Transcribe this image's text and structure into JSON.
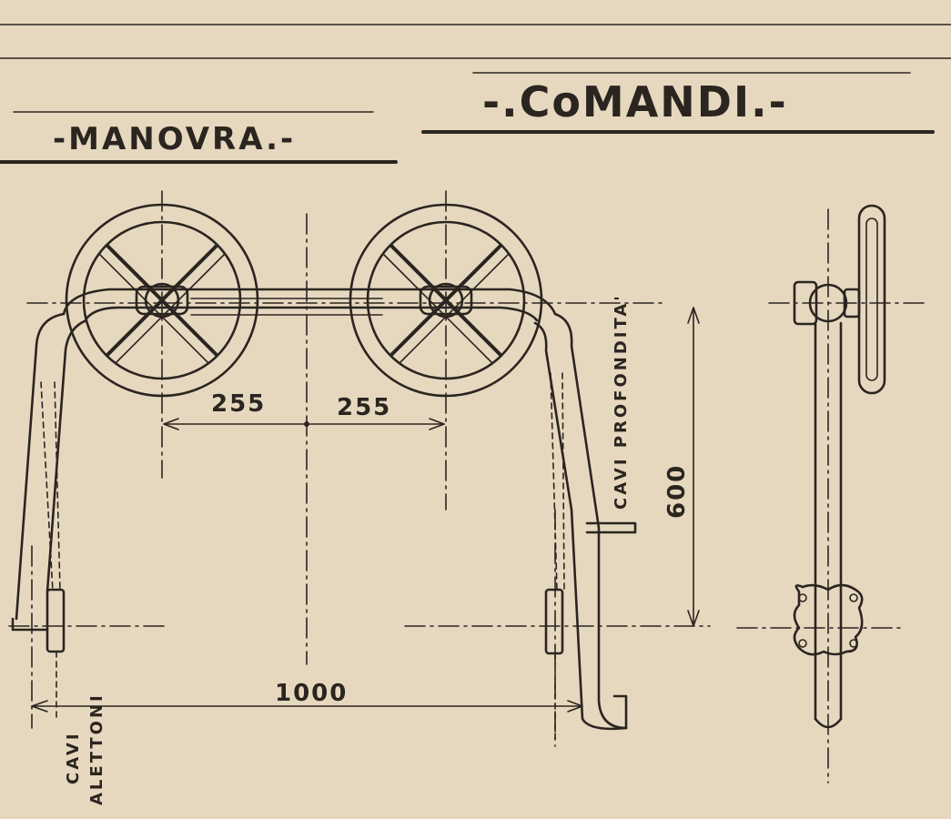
{
  "titles": {
    "comandi": "-.CoMANDI.-",
    "manovra": "-MANOVRA.-"
  },
  "dimensions": {
    "left_half": "255",
    "right_half": "255",
    "span": "1000",
    "height": "600"
  },
  "notes": {
    "cavi_profondita": "CAVI PROFONDITA'",
    "cavi": "CAVI",
    "alettoni": "ALETTONI"
  },
  "colors": {
    "paper": "#e6d8bf",
    "ink": "#2b2520"
  }
}
